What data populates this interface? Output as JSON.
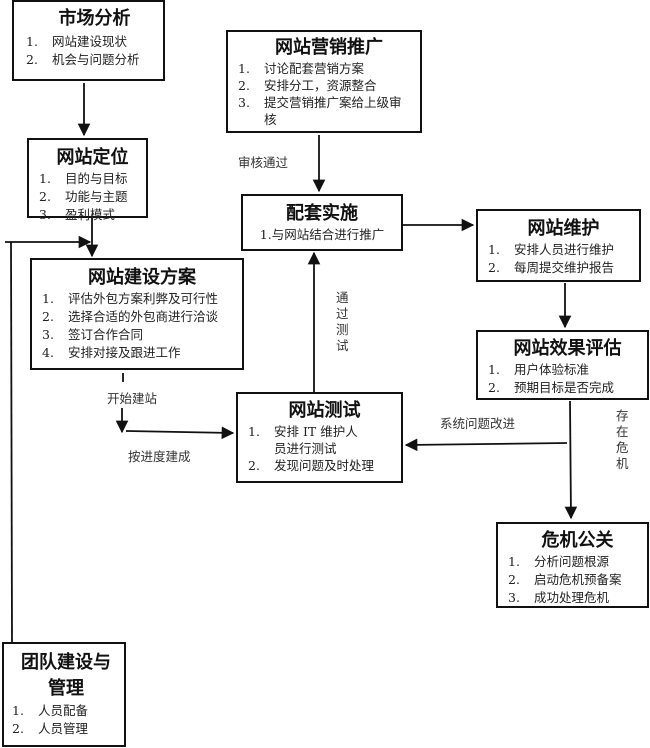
{
  "boxes": {
    "market": {
      "title": "市场分析",
      "items": [
        "网站建设现状",
        "机会与问题分析"
      ]
    },
    "position": {
      "title": "网站定位",
      "items": [
        "目的与目标",
        "功能与主题",
        "盈利模式"
      ]
    },
    "plan": {
      "title": "网站建设方案",
      "items": [
        "评估外包方案利弊及可行性",
        "选择合适的外包商进行洽谈",
        "签订合作合同",
        "安排对接及跟进工作"
      ]
    },
    "marketing": {
      "title": "网站营销推广",
      "items": [
        "讨论配套营销方案",
        "安排分工，资源整合",
        "提交营销推广案给上级审核"
      ]
    },
    "implement": {
      "title": "配套实施",
      "items": [
        "1.与网站结合进行推广"
      ]
    },
    "maintain": {
      "title": "网站维护",
      "items": [
        "安排人员进行维护",
        "每周提交维护报告"
      ]
    },
    "evaluate": {
      "title": "网站效果评估",
      "items": [
        "用户体验标准",
        "预期目标是否完成"
      ]
    },
    "testing": {
      "title": "网站测试",
      "items": [
        "安排 IT 维护人员进行测试",
        "发现问题及时处理"
      ]
    },
    "crisis": {
      "title": "危机公关",
      "items": [
        "分析问题根源",
        "启动危机预备案",
        "成功处理危机"
      ]
    },
    "team": {
      "title": "团队建设与管理",
      "items": [
        "人员配备",
        "人员管理"
      ]
    }
  },
  "labels": {
    "approved": "审核通过",
    "pass_test": "通过测试",
    "start_build": "开始建站",
    "on_schedule": "按进度建成",
    "system_fix": "系统问题改进",
    "crisis_exists": "存在危机"
  },
  "numbers": [
    "1.",
    "2.",
    "3.",
    "4."
  ]
}
